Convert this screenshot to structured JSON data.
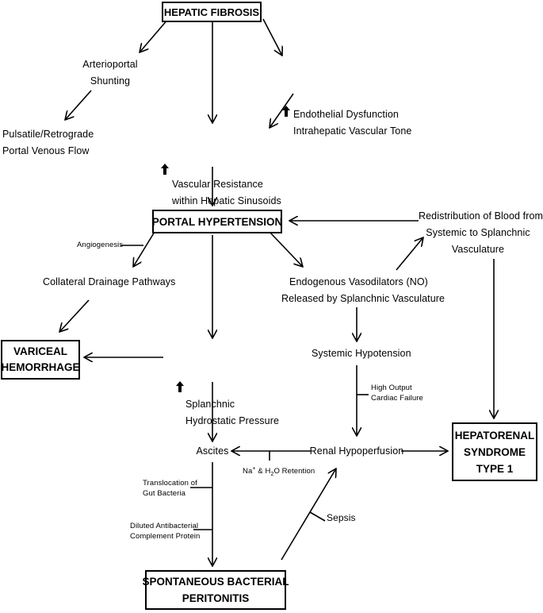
{
  "nodes": {
    "hepatic_fibrosis": "HEPATIC FIBROSIS",
    "arterioportal": "Arterioportal\nShunting",
    "endothelial": "Endothelial Dysfunction\nIntrahepatic Vascular Tone",
    "pulsatile": "Pulsatile/Retrograde\nPortal Venous Flow",
    "vascular_resistance": "Vascular Resistance\nwithin Hepatic Sinusoids",
    "portal_hypertension": "PORTAL HYPERTENSION",
    "redistribution": "Redistribution of Blood from\nSystemic to Splanchnic\nVasculature",
    "angiogenesis": "Angiogenesis",
    "collateral": "Collateral Drainage Pathways",
    "vasodilators": "Endogenous Vasodilators (NO)\nReleased by Splanchnic Vasculature",
    "variceal": "VARICEAL\nHEMORRHAGE",
    "splanchnic": "Splanchnic\nHydrostatic Pressure",
    "systemic_hypotension": "Systemic Hypotension",
    "high_output": "High Output\nCardiac Failure",
    "hepatorenal": "HEPATORENAL\nSYNDROME\nTYPE 1",
    "ascites": "Ascites",
    "renal": "Renal Hypoperfusion",
    "retention_pre": "Na",
    "retention_sup": "+",
    "retention_mid": " & H",
    "retention_sub": "2",
    "retention_post": "O Retention",
    "translocation": "Translocation of\nGut Bacteria",
    "sepsis": "Sepsis",
    "diluted": "Diluted Antibacterial\nComplement Protein",
    "sbp": "SPONTANEOUS BACTERIAL\nPERITONITIS"
  },
  "icons": [
    "up-arrow-icon"
  ]
}
